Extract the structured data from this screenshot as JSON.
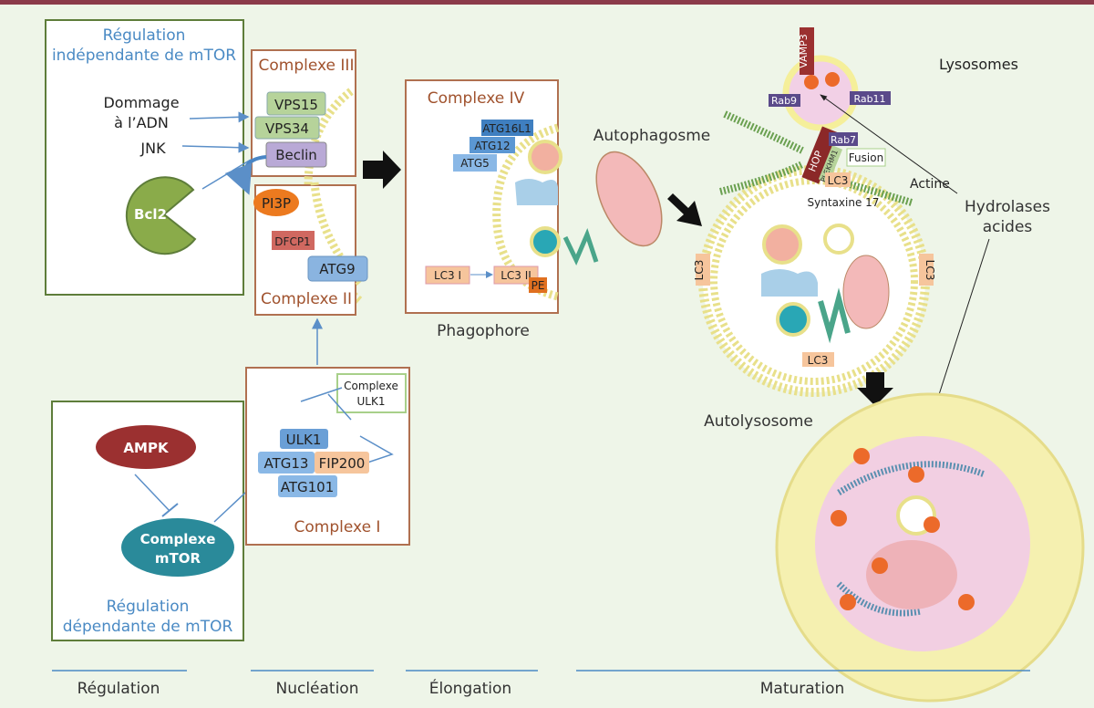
{
  "regulation_independent": {
    "title_line1": "Régulation",
    "title_line2": "indépendante de mTOR",
    "dna_line1": "Dommage",
    "dna_line2": "à l’ADN",
    "jnk": "JNK",
    "bcl2": "Bcl2"
  },
  "complex3": {
    "title": "Complexe III",
    "vps15": "VPS15",
    "vps34": "VPS34",
    "beclin": "Beclin"
  },
  "complex2": {
    "title": "Complexe II",
    "pi3p": "PI3P",
    "dfcp1": "DFCP1",
    "atg9": "ATG9"
  },
  "complex4": {
    "title": "Complexe IV",
    "atg16l1": "ATG16L1",
    "atg12": "ATG12",
    "atg5": "ATG5",
    "lc3i": "LC3 I",
    "lc3ii": "LC3 II",
    "pe": "PE"
  },
  "phagophore": "Phagophore",
  "autophagosome": "Autophagosme",
  "lysosome": {
    "title": "Lysosomes",
    "vamp3": "VAMP3",
    "rab9": "Rab9",
    "rab11": "Rab11",
    "rab7": "Rab7",
    "hop": "HOP",
    "plekhm1": "PLEKHM1",
    "fusion": "Fusion",
    "lc3": "LC3",
    "actine": "Actine",
    "syntaxine": "Syntaxine 17"
  },
  "lc3_labels": [
    "LC3",
    "LC3",
    "LC3"
  ],
  "hydrolases_line1": "Hydrolases",
  "hydrolases_line2": "acides",
  "autolysosome": "Autolysosome",
  "regulation_dependent": {
    "ampk": "AMPK",
    "mtor_line1": "Complexe",
    "mtor_line2": "mTOR",
    "title_line1": "Régulation",
    "title_line2": "dépendante de mTOR"
  },
  "complex1": {
    "title": "Complexe I",
    "ulk_line1": "Complexe",
    "ulk_line2": "ULK1",
    "ulk1": "ULK1",
    "atg13": "ATG13",
    "fip200": "FIP200",
    "atg101": "ATG101"
  },
  "stages": [
    "Régulation",
    "Nucléation",
    "Élongation",
    "Maturation"
  ],
  "colors": {
    "top_bar": "#8b3a4a",
    "background": "#eef5e8",
    "box_border": "#b07050",
    "title_blue": "#4a8ac4",
    "title_brown": "#a0522d"
  }
}
